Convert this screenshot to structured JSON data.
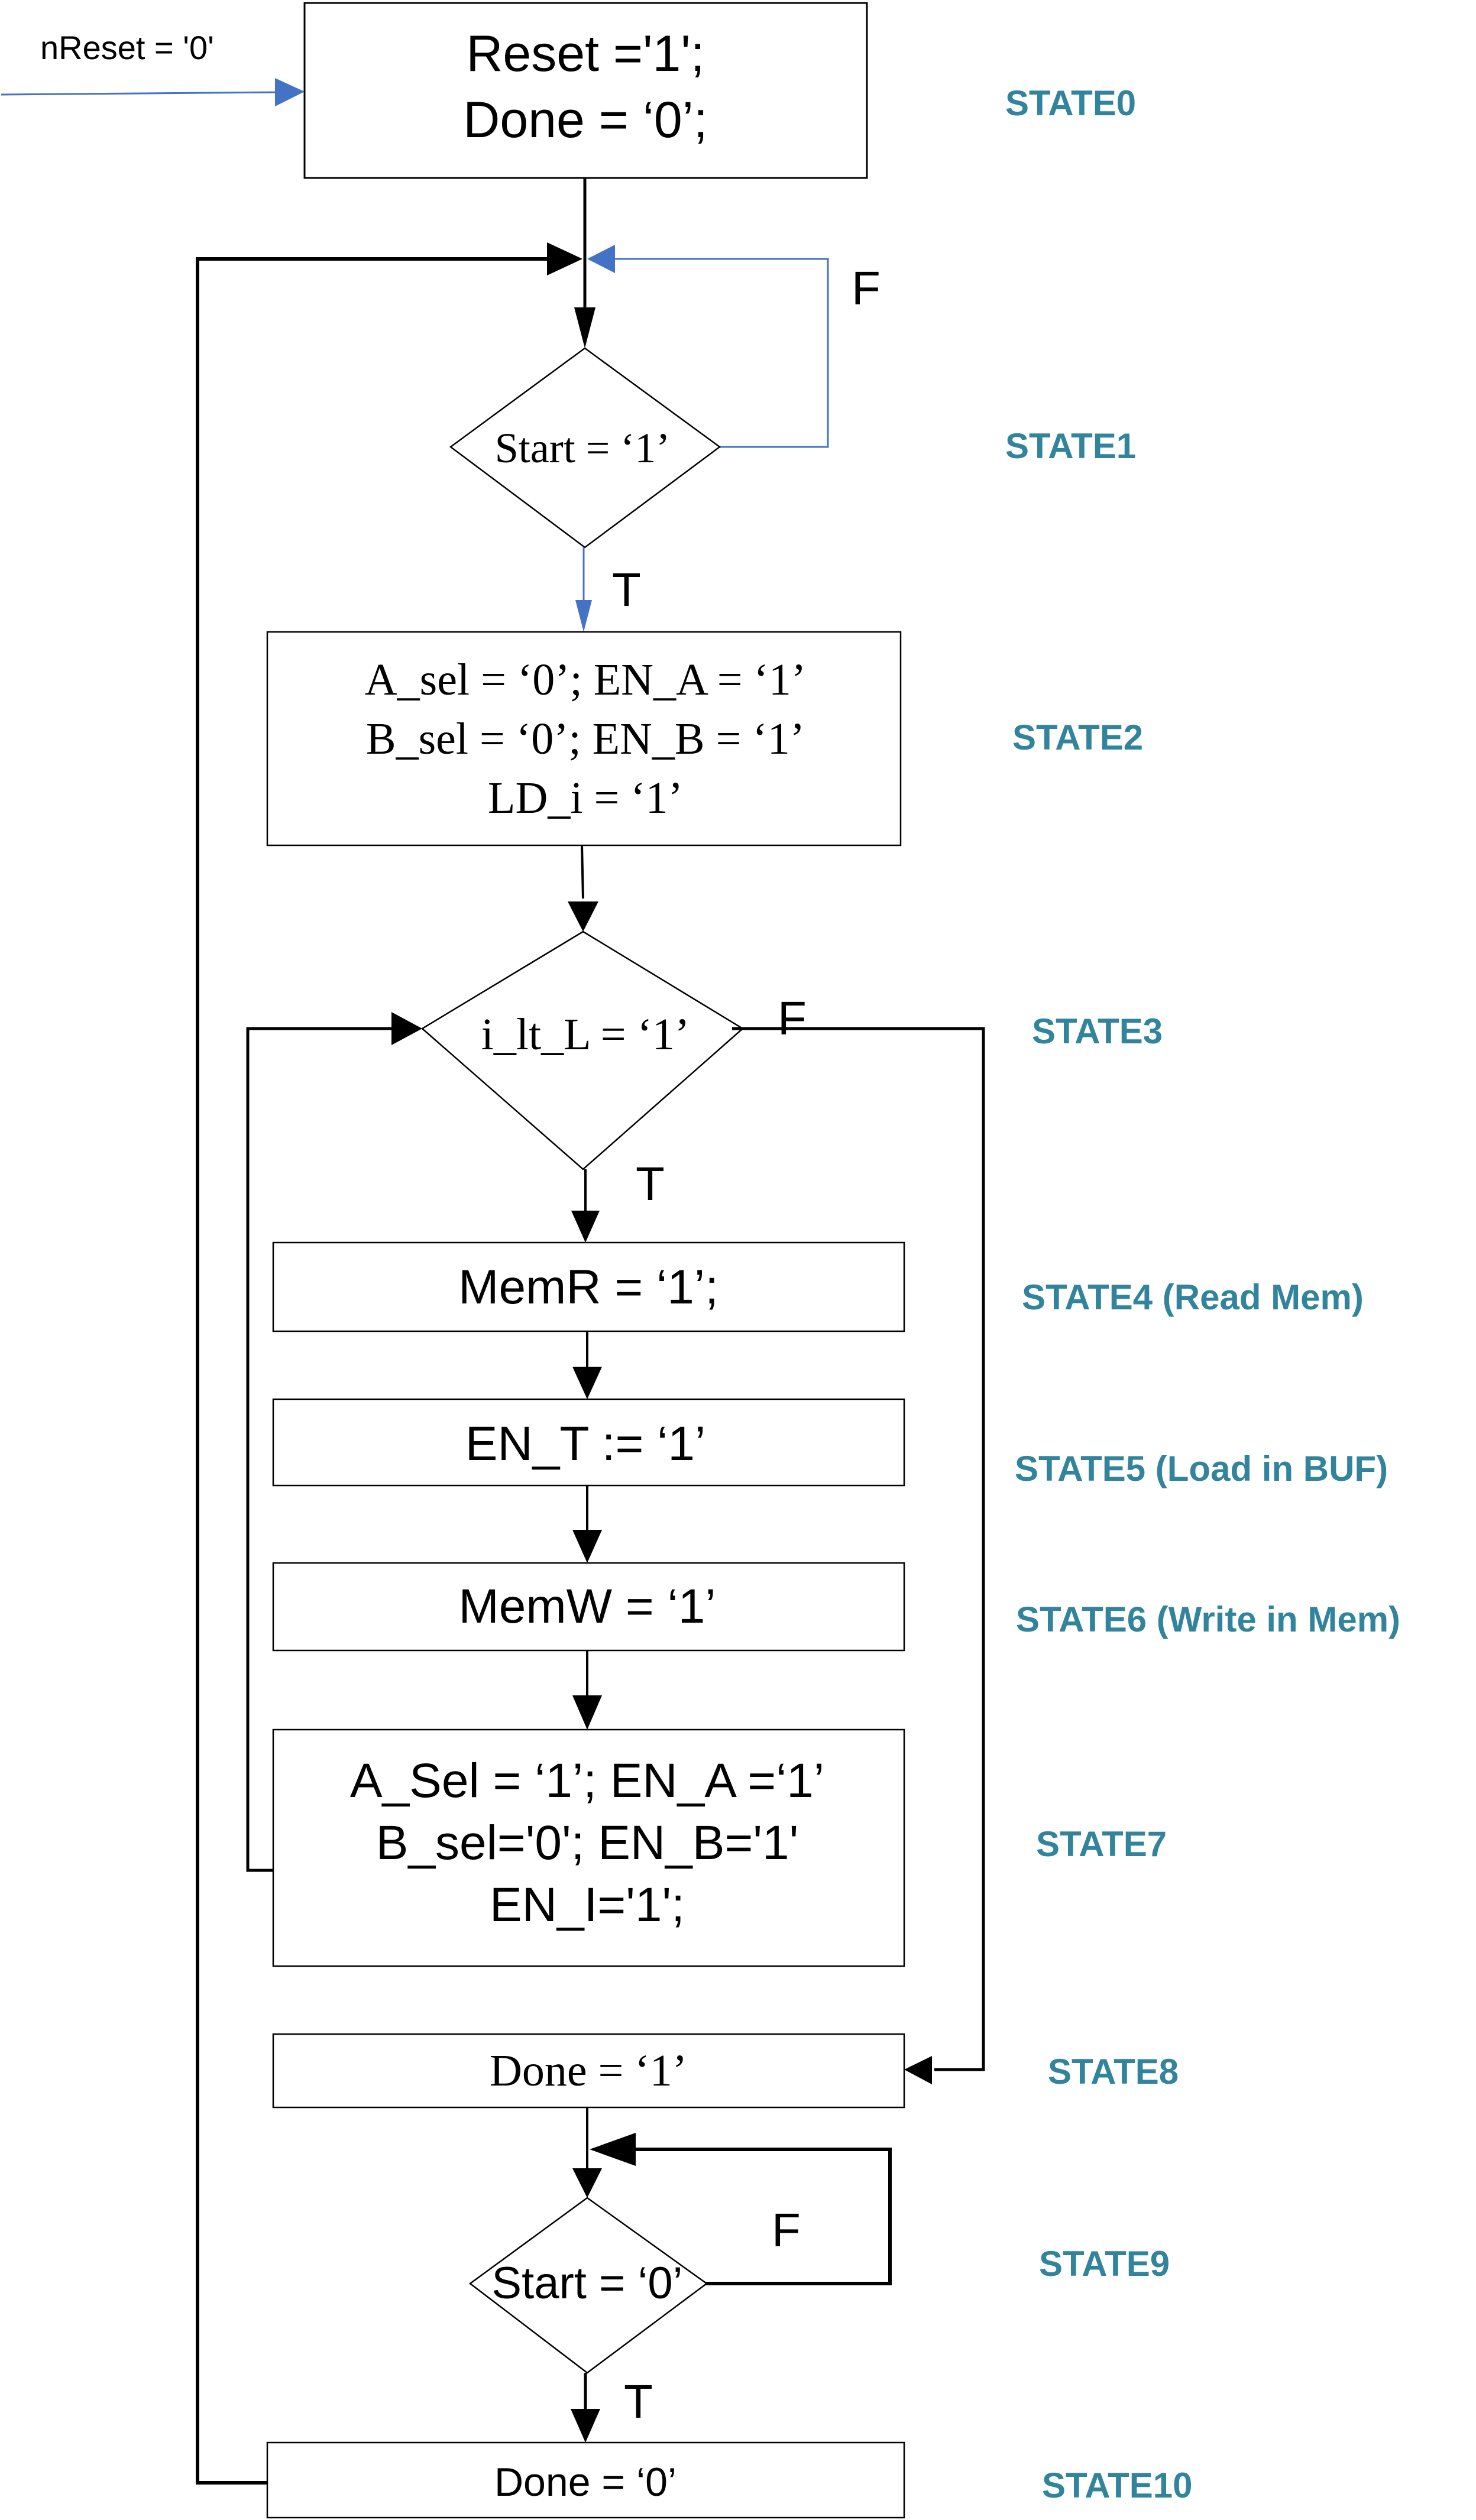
{
  "colors": {
    "state_label": "#31849B",
    "reset_arrow": "#4472C4",
    "line": "#000000"
  },
  "reset_input": "nReset = '0'",
  "states": [
    {
      "id": "STATE0",
      "label": "STATE0",
      "lines": [
        "Reset ='1';",
        "Done = ‘0’;"
      ]
    },
    {
      "id": "STATE1",
      "label": "STATE1",
      "condition": "Start = ‘1’",
      "true_label": "T",
      "false_label": "F"
    },
    {
      "id": "STATE2",
      "label": "STATE2",
      "lines": [
        "A_sel = ‘0’; EN_A = ‘1’",
        "B_sel = ‘0’; EN_B = ‘1’",
        "LD_i = ‘1’"
      ]
    },
    {
      "id": "STATE3",
      "label": "STATE3",
      "condition": "i_lt_L = ‘1’",
      "true_label": "T",
      "false_label": "F"
    },
    {
      "id": "STATE4",
      "label": "STATE4  (Read Mem)",
      "lines": [
        "MemR = ‘1’;"
      ]
    },
    {
      "id": "STATE5",
      "label": "STATE5  (Load in BUF)",
      "lines": [
        "EN_T := ‘1’"
      ]
    },
    {
      "id": "STATE6",
      "label": "STATE6  (Write in Mem)",
      "lines": [
        "MemW = ‘1’"
      ]
    },
    {
      "id": "STATE7",
      "label": "STATE7",
      "lines": [
        "A_Sel = ‘1’; EN_A =‘1’",
        "B_sel='0'; EN_B='1'",
        "EN_I='1';"
      ]
    },
    {
      "id": "STATE8",
      "label": "STATE8",
      "lines": [
        "Done = ‘1’"
      ]
    },
    {
      "id": "STATE9",
      "label": "STATE9",
      "condition": "Start = ‘0’",
      "true_label": "T",
      "false_label": "F"
    },
    {
      "id": "STATE10",
      "label": "STATE10",
      "lines": [
        "Done = ‘0’"
      ]
    }
  ]
}
